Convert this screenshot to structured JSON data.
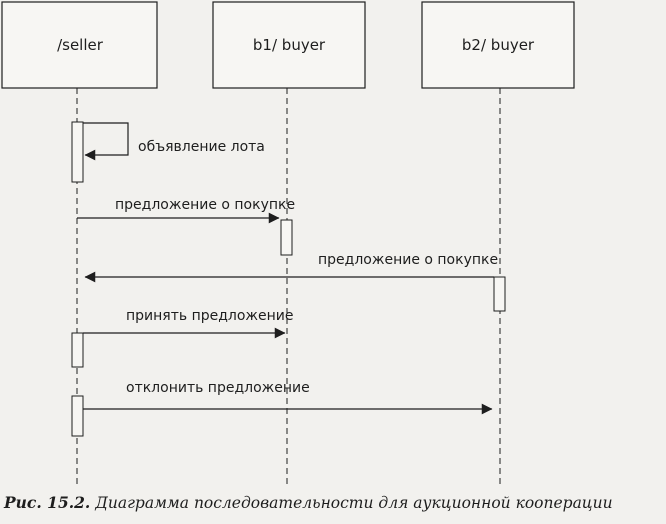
{
  "objects": [
    {
      "id": "seller",
      "label": "/seller"
    },
    {
      "id": "b1",
      "label": "b1/ buyer"
    },
    {
      "id": "b2",
      "label": "b2/ buyer"
    }
  ],
  "messages": [
    {
      "label": "объявление лота",
      "from": "seller",
      "to": "seller"
    },
    {
      "label": "предложение о покупке",
      "from": "seller",
      "to": "b1"
    },
    {
      "label": "предложение о покупке",
      "from": "b2",
      "to": "seller"
    },
    {
      "label": "принять предложение",
      "from": "seller",
      "to": "b1"
    },
    {
      "label": "отклонить предложение",
      "from": "seller",
      "to": "b2"
    }
  ],
  "caption": {
    "number": "Рис. 15.2.",
    "text": "Диаграмма последовательности для аукционной кооперации"
  },
  "colors": {
    "ink": "#1e1e1e",
    "paper": "#f2f1ee",
    "box": "#f7f6f3"
  }
}
